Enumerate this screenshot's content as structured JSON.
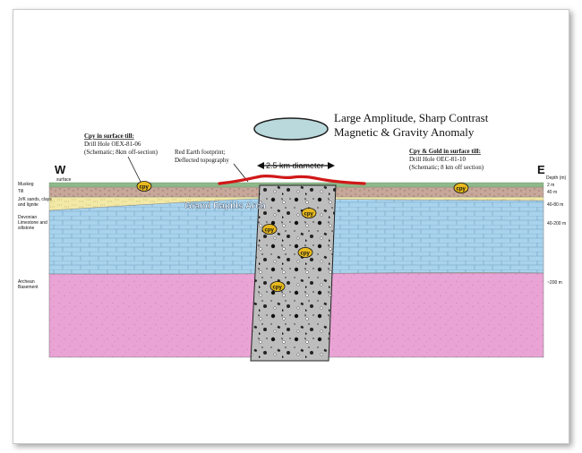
{
  "diagram": {
    "anomaly_title_line1": "Large Amplitude, Sharp Contrast",
    "anomaly_title_line2": "Magnetic & Gravity Anomaly",
    "diameter_label": "2.5 km diameter",
    "ree_label_line1": "Red Earth footprint;",
    "ree_label_line2": "Deflected topography",
    "west_label": "W",
    "east_label": "E",
    "depth_header": "Depth (m)",
    "surface_label": "surface",
    "arch_label": "Grand Rapids Arch",
    "mineral_tag": "cpy",
    "left_callout": {
      "title": "Cpy in surface till:",
      "line1": "Drill Hole OEX-81-06",
      "line2": "(Schematic; 8km off-section)"
    },
    "right_callout": {
      "title": "Cpy & Gold in surface till:",
      "line1": "Drill Hole OEC-81-10",
      "line2": "(Schematic; 8 km off section)"
    },
    "layers": [
      {
        "name_line1": "Muskeg",
        "name_line2": "",
        "name_line3": ""
      },
      {
        "name_line1": "Till",
        "name_line2": "",
        "name_line3": ""
      },
      {
        "name_line1": "Jr/K sands, clays",
        "name_line2": "and lignite",
        "name_line3": ""
      },
      {
        "name_line1": "Devonian",
        "name_line2": "Limestone and",
        "name_line3": "siltstone"
      },
      {
        "name_line1": "Archean",
        "name_line2": "Basement",
        "name_line3": ""
      }
    ],
    "depths": [
      "2 m",
      "40 m",
      "40-80 m",
      "40-200 m",
      "~200 m"
    ],
    "colors": {
      "muskeg": "#8fb98a",
      "till": "#c7a79a",
      "sands": "#f2e9a6",
      "limestone": "#a9d3ec",
      "basement": "#e9a3d4",
      "kimberlite": "#bdbdbd",
      "ree_footprint": "#d01818",
      "anomaly": "#b9d9dc",
      "cpy_tag": "#e8b91e"
    }
  }
}
